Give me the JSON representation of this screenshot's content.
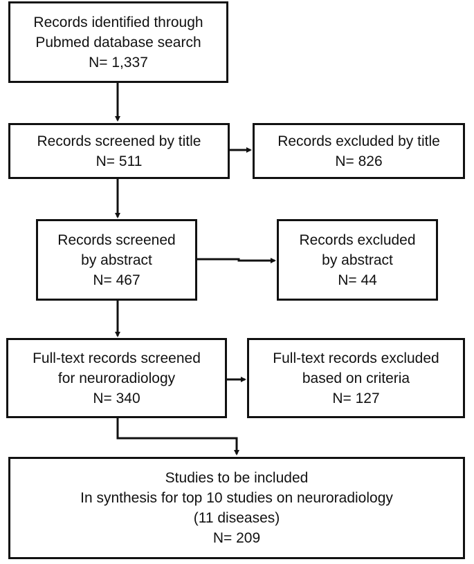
{
  "boxes": {
    "identified": {
      "lines": [
        "Records identified through",
        "Pubmed  database search"
      ],
      "count": "N= 1,337"
    },
    "screened_title": {
      "lines": [
        "Records screened by title"
      ],
      "count": "N= 511"
    },
    "excluded_title": {
      "lines": [
        "Records excluded by title"
      ],
      "count": "N= 826"
    },
    "screened_abstract": {
      "lines": [
        "Records screened",
        "by abstract"
      ],
      "count": "N= 467"
    },
    "excluded_abstract": {
      "lines": [
        "Records excluded",
        "by abstract"
      ],
      "count": "N= 44"
    },
    "fulltext_screened": {
      "lines": [
        "Full-text records screened",
        "for neuroradiology"
      ],
      "count": "N= 340"
    },
    "fulltext_excluded": {
      "lines": [
        "Full-text records excluded",
        "based on criteria"
      ],
      "count": "N= 127"
    },
    "included": {
      "lines": [
        "Studies to be included",
        "In synthesis for top 10 studies on neuroradiology",
        "(11 diseases)"
      ],
      "count": "N= 209"
    }
  }
}
